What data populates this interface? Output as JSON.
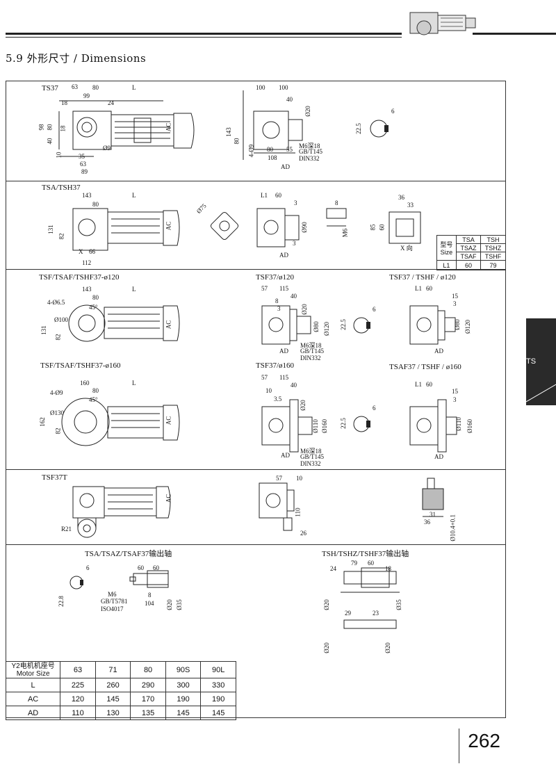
{
  "header": {
    "section_title": "5.9 外形尺寸 / Dimensions",
    "tab_label": "TS",
    "page_number": "262"
  },
  "sections": {
    "ts37": {
      "label": "TS37",
      "dims": [
        "63",
        "80",
        "L",
        "99",
        "24",
        "18",
        "AC",
        "98",
        "80",
        "18",
        "40",
        "10",
        "35",
        "Ø9",
        "63",
        "89",
        "100",
        "100",
        "40",
        "Ø20",
        "143",
        "80",
        "4-Ø9",
        "80",
        "55",
        "108",
        "AD",
        "M6深18",
        "GB/T145",
        "DIN332",
        "22.5",
        "6"
      ]
    },
    "tsa37": {
      "label": "TSA/TSH37",
      "dims": [
        "143",
        "L",
        "80",
        "AC",
        "131",
        "82",
        "X",
        "66",
        "112",
        "Ø75",
        "L1",
        "60",
        "3",
        "Ø90",
        "AD",
        "3",
        "8",
        "M6",
        "36",
        "33",
        "85",
        "60",
        "X 向"
      ]
    },
    "tsf120": {
      "label": "TSF/TSAF/TSHF37-ø120",
      "dims": [
        "143",
        "L",
        "80",
        "4-Ø6.5",
        "45°",
        "Ø100",
        "131",
        "82",
        "AC"
      ]
    },
    "tsf37_120": {
      "label": "TSF37/ø120",
      "dims": [
        "57",
        "115",
        "40",
        "8",
        "3",
        "Ø20",
        "Ø80",
        "Ø120",
        "AD",
        "M6深18",
        "GB/T145",
        "DIN332",
        "22.5",
        "6"
      ]
    },
    "tsf37hf_120": {
      "label": "TSF37 / TSHF / ø120",
      "dims": [
        "L1",
        "60",
        "15",
        "3",
        "Ø80",
        "Ø120",
        "AD"
      ]
    },
    "tsf160": {
      "label": "TSF/TSAF/TSHF37-ø160",
      "dims": [
        "160",
        "L",
        "4-Ø9",
        "80",
        "45°",
        "Ø130",
        "162",
        "82",
        "AC"
      ]
    },
    "tsf37_160": {
      "label": "TSF37/ø160",
      "dims": [
        "57",
        "115",
        "40",
        "10",
        "3.5",
        "Ø20",
        "Ø110",
        "Ø160",
        "AD",
        "M6深18",
        "GB/T145",
        "DIN332",
        "22.5",
        "6"
      ]
    },
    "tsaf37_160": {
      "label": "TSAF37 / TSHF / ø160",
      "dims": [
        "L1",
        "60",
        "15",
        "3",
        "Ø110",
        "Ø160",
        "AD"
      ]
    },
    "tsf37t": {
      "label": "TSF37T",
      "dims": [
        "R21",
        "AC",
        "57",
        "10",
        "110",
        "26",
        "31",
        "36",
        "Ø10.4+0.1"
      ]
    },
    "output_shafts": {
      "left_label": "TSA/TSAZ/TSAF37输出轴",
      "right_label": "TSH/TSHZ/TSHF37输出轴",
      "left_dims": [
        "6",
        "22.8",
        "60",
        "60",
        "M6",
        "GB/T5781",
        "ISO4017",
        "8",
        "104",
        "Ø20",
        "Ø35"
      ],
      "right_dims": [
        "79",
        "60",
        "24",
        "18",
        "Ø20",
        "Ø35",
        "29",
        "23",
        "Ø20",
        "Ø20"
      ]
    }
  },
  "type_table": {
    "header_cn": "型号",
    "header_en": "Size",
    "cols": [
      [
        "TSA",
        "TSH"
      ],
      [
        "TSAZ",
        "TSHZ"
      ],
      [
        "TSAF",
        "TSHF"
      ]
    ],
    "row_label": "L1",
    "values": [
      "60",
      "79"
    ]
  },
  "motor_table": {
    "header_cn": "Y2电机机座号",
    "header_en": "Motor Size",
    "sizes": [
      "63",
      "71",
      "80",
      "90S",
      "90L"
    ],
    "rows": [
      {
        "label": "L",
        "values": [
          "225",
          "260",
          "290",
          "300",
          "330"
        ]
      },
      {
        "label": "AC",
        "values": [
          "120",
          "145",
          "170",
          "190",
          "190"
        ]
      },
      {
        "label": "AD",
        "values": [
          "110",
          "130",
          "135",
          "145",
          "145"
        ]
      }
    ]
  }
}
